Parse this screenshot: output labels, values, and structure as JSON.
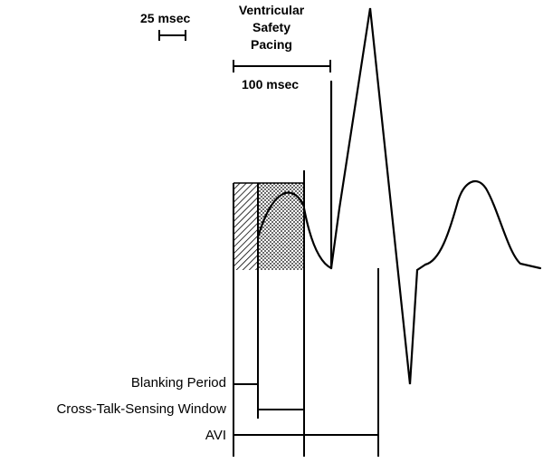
{
  "scale": {
    "label": "25 msec"
  },
  "safety_pacing": {
    "line1": "Ventricular",
    "line2": "Safety",
    "line3": "Pacing",
    "duration_label": "100 msec"
  },
  "timing_rows": {
    "blanking": "Blanking Period",
    "cross_talk": "Cross-Talk-Sensing Window",
    "avi": "AVI"
  },
  "colors": {
    "ink": "#000000",
    "background": "#ffffff"
  }
}
